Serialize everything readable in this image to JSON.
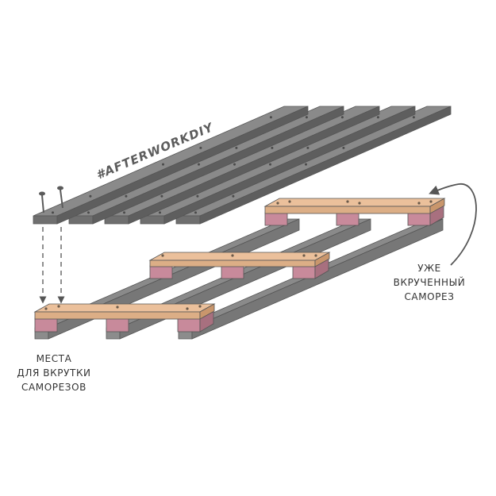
{
  "hashtag": "#AFTERWORKDIY",
  "labels": {
    "screwed_in": [
      "УЖЕ",
      "ВКРУЧЕННЫЙ",
      "САМОРЕЗ"
    ],
    "screw_places": [
      "МЕСТА",
      "ДЛЯ ВКРУТКИ",
      "САМОРЕЗОВ"
    ]
  },
  "colors": {
    "slat_top": "#8a8a8a",
    "slat_front": "#6f6f6f",
    "slat_side": "#5e5e5e",
    "board_top": "#ebc09b",
    "board_front": "#dcae86",
    "board_side": "#c9966c",
    "block_front": "#c88a9b",
    "block_side": "#a8707f",
    "base_front": "#8c8c8c",
    "base_side": "#777777",
    "outline": "#555555",
    "screw": "#5a5a5a"
  },
  "icons": [
    "screw-icon",
    "curved-arrow-icon",
    "dashed-arrow-icon"
  ]
}
